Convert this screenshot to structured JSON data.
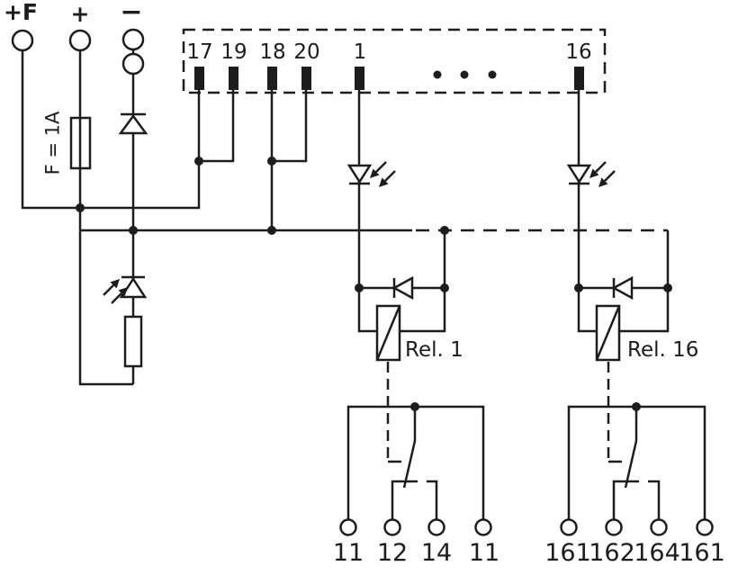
{
  "schematic": {
    "power_inputs": [
      {
        "label": "+F"
      },
      {
        "label": "+"
      },
      {
        "label": "−"
      }
    ],
    "fuse_label": "F = 1A",
    "connector_pins": [
      {
        "label": "17"
      },
      {
        "label": "19"
      },
      {
        "label": "18"
      },
      {
        "label": "20"
      },
      {
        "label": "1"
      },
      {
        "label": "16"
      }
    ],
    "relays": [
      {
        "name": "Rel. 1",
        "contacts": [
          {
            "label": "11"
          },
          {
            "label": "12"
          },
          {
            "label": "14"
          },
          {
            "label": "11"
          }
        ]
      },
      {
        "name": "Rel. 16",
        "contacts": [
          {
            "label": "161"
          },
          {
            "label": "162"
          },
          {
            "label": "164"
          },
          {
            "label": "161"
          }
        ]
      }
    ],
    "line_color": "#1d1d1b",
    "background_color": "#ffffff"
  }
}
